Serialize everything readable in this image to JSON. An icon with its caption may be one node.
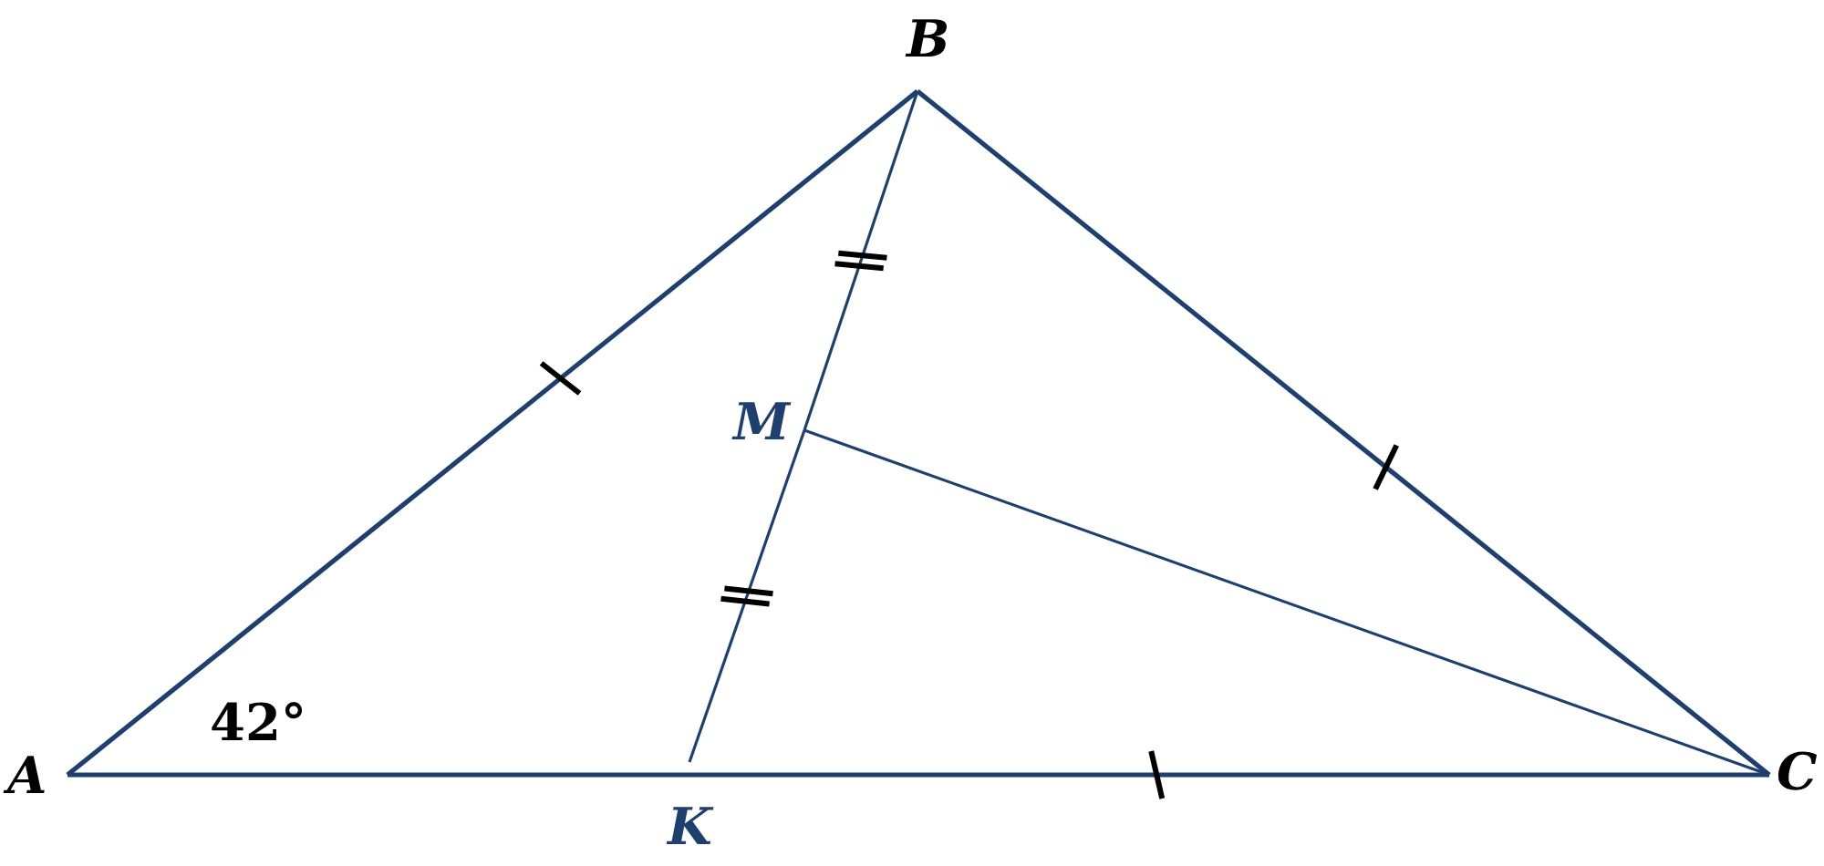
{
  "diagram": {
    "nodes": [
      {
        "text": [
          "A"
        ]
      },
      {
        "text": [
          "B"
        ]
      },
      {
        "text": [
          "C"
        ]
      },
      {
        "text": [
          "M"
        ]
      },
      {
        "text": [
          "K"
        ]
      }
    ],
    "edges": [
      {
        "from": 0,
        "to": 1,
        "arrow": "none"
      },
      {
        "from": 1,
        "to": 2,
        "arrow": "none"
      },
      {
        "from": 0,
        "to": 4,
        "arrow": "none"
      },
      {
        "from": 4,
        "to": 2,
        "arrow": "none"
      },
      {
        "from": 1,
        "to": 3,
        "arrow": "none"
      },
      {
        "from": 3,
        "to": 4,
        "arrow": "none"
      },
      {
        "from": 3,
        "to": 2,
        "arrow": "none"
      }
    ],
    "labels": [
      "42°"
    ]
  }
}
